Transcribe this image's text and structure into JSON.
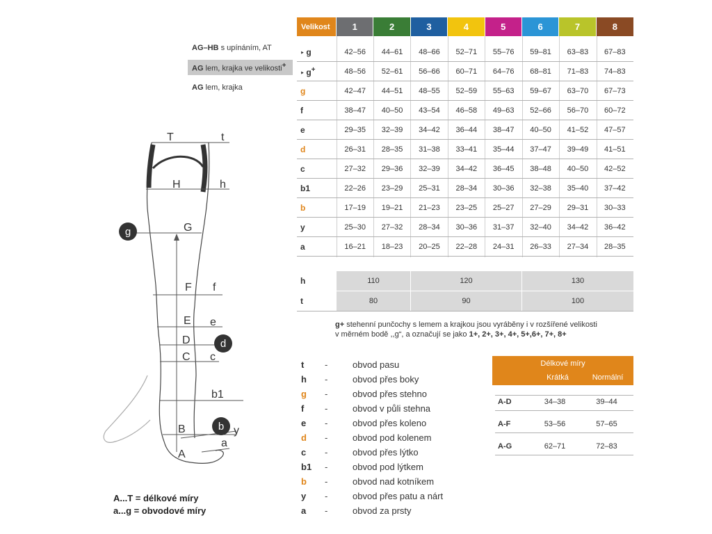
{
  "products": [
    {
      "bold": "AG–HB",
      "rest": " s upínáním, AT",
      "sup": ""
    },
    {
      "bold": "AG",
      "rest": " lem, krajka ve velikosti",
      "sup": "+"
    },
    {
      "bold": "AG",
      "rest": " lem, krajka",
      "sup": ""
    }
  ],
  "size_table": {
    "header_label": "Velikost",
    "sizes": [
      {
        "label": "1",
        "color": "#6d6e71"
      },
      {
        "label": "2",
        "color": "#3a7d36"
      },
      {
        "label": "3",
        "color": "#1f5fa0"
      },
      {
        "label": "4",
        "color": "#f2c40e"
      },
      {
        "label": "5",
        "color": "#c4218a"
      },
      {
        "label": "6",
        "color": "#2b95d6"
      },
      {
        "label": "7",
        "color": "#b9c42a"
      },
      {
        "label": "8",
        "color": "#8a4a24"
      }
    ],
    "header_label_color": "#e0861b",
    "rows": [
      {
        "key": "g",
        "arrow": "‣",
        "sup": "",
        "orange": false,
        "values": [
          "42–56",
          "44–61",
          "48–66",
          "52–71",
          "55–76",
          "59–81",
          "63–83",
          "67–83"
        ]
      },
      {
        "key": "g",
        "arrow": "‣",
        "sup": "+",
        "orange": false,
        "values": [
          "48–56",
          "52–61",
          "56–66",
          "60–71",
          "64–76",
          "68–81",
          "71–83",
          "74–83"
        ]
      },
      {
        "key": "g",
        "arrow": "",
        "sup": "",
        "orange": true,
        "values": [
          "42–47",
          "44–51",
          "48–55",
          "52–59",
          "55–63",
          "59–67",
          "63–70",
          "67–73"
        ]
      },
      {
        "key": "f",
        "arrow": "",
        "sup": "",
        "orange": false,
        "values": [
          "38–47",
          "40–50",
          "43–54",
          "46–58",
          "49–63",
          "52–66",
          "56–70",
          "60–72"
        ]
      },
      {
        "key": "e",
        "arrow": "",
        "sup": "",
        "orange": false,
        "values": [
          "29–35",
          "32–39",
          "34–42",
          "36–44",
          "38–47",
          "40–50",
          "41–52",
          "47–57"
        ]
      },
      {
        "key": "d",
        "arrow": "",
        "sup": "",
        "orange": true,
        "values": [
          "26–31",
          "28–35",
          "31–38",
          "33–41",
          "35–44",
          "37–47",
          "39–49",
          "41–51"
        ]
      },
      {
        "key": "c",
        "arrow": "",
        "sup": "",
        "orange": false,
        "values": [
          "27–32",
          "29–36",
          "32–39",
          "34–42",
          "36–45",
          "38–48",
          "40–50",
          "42–52"
        ]
      },
      {
        "key": "b1",
        "arrow": "",
        "sup": "",
        "orange": false,
        "values": [
          "22–26",
          "23–29",
          "25–31",
          "28–34",
          "30–36",
          "32–38",
          "35–40",
          "37–42"
        ]
      },
      {
        "key": "b",
        "arrow": "",
        "sup": "",
        "orange": true,
        "values": [
          "17–19",
          "19–21",
          "21–23",
          "23–25",
          "25–27",
          "27–29",
          "29–31",
          "30–33"
        ]
      },
      {
        "key": "y",
        "arrow": "",
        "sup": "",
        "orange": false,
        "values": [
          "25–30",
          "27–32",
          "28–34",
          "30–36",
          "31–37",
          "32–40",
          "34–42",
          "36–42"
        ]
      },
      {
        "key": "a",
        "arrow": "",
        "sup": "",
        "orange": false,
        "values": [
          "16–21",
          "18–23",
          "20–25",
          "22–28",
          "24–31",
          "26–33",
          "27–34",
          "28–35"
        ]
      }
    ]
  },
  "ht_table": [
    {
      "key": "h",
      "values": [
        "110",
        "120",
        "130"
      ]
    },
    {
      "key": "t",
      "values": [
        "80",
        "90",
        "100"
      ]
    }
  ],
  "note": {
    "bold_start": "g+",
    "line1": " stehenní punčochy s lemem a krajkou jsou vyráběny i v rozšířené velikosti",
    "line2": "v měrném bodě ,,g“, a označují se jako ",
    "bold_end": "1+, 2+, 3+, 4+, 5+,6+, 7+, 8+"
  },
  "legend": [
    {
      "key": "t",
      "orange": false,
      "dash": "-",
      "text": "obvod pasu"
    },
    {
      "key": "h",
      "orange": false,
      "dash": "-",
      "text": "obvod přes boky"
    },
    {
      "key": "g",
      "orange": true,
      "dash": "-",
      "text": "obvod přes stehno"
    },
    {
      "key": "f",
      "orange": false,
      "dash": "-",
      "text": "obvod v půli stehna"
    },
    {
      "key": "e",
      "orange": false,
      "dash": "-",
      "text": "obvod přes koleno"
    },
    {
      "key": "d",
      "orange": true,
      "dash": "-",
      "text": "obvod pod kolenem"
    },
    {
      "key": "c",
      "orange": false,
      "dash": "-",
      "text": "obvod přes lýtko"
    },
    {
      "key": "b1",
      "orange": false,
      "dash": "-",
      "text": "obvod pod lýtkem"
    },
    {
      "key": "b",
      "orange": true,
      "dash": "-",
      "text": "obvod nad kotníkem"
    },
    {
      "key": "y",
      "orange": false,
      "dash": "-",
      "text": "obvod přes patu a nárt"
    },
    {
      "key": "a",
      "orange": false,
      "dash": "-",
      "text": "obvod za prsty"
    }
  ],
  "length_table": {
    "title": "Délkové míry",
    "col1": "Krátká",
    "col2": "Normální",
    "rows": [
      {
        "key": "A-D",
        "short": "34–38",
        "normal": "39–44"
      },
      {
        "key": "A-F",
        "short": "53–56",
        "normal": "57–65"
      },
      {
        "key": "A-G",
        "short": "62–71",
        "normal": "72–83"
      }
    ]
  },
  "diagram": {
    "upper_labels": {
      "T": "T",
      "t": "t",
      "H": "H",
      "h": "h",
      "G": "G",
      "F": "F",
      "f": "f",
      "E": "E",
      "e": "e",
      "D": "D",
      "C": "C",
      "c": "c",
      "b1": "b1",
      "B": "B",
      "y": "y",
      "a": "a",
      "A": "A"
    },
    "circle_labels": {
      "g": "g",
      "d": "d",
      "b": "b"
    }
  },
  "footer": {
    "line1": "A...T = délkové míry",
    "line2": "a...g = obvodové míry"
  }
}
